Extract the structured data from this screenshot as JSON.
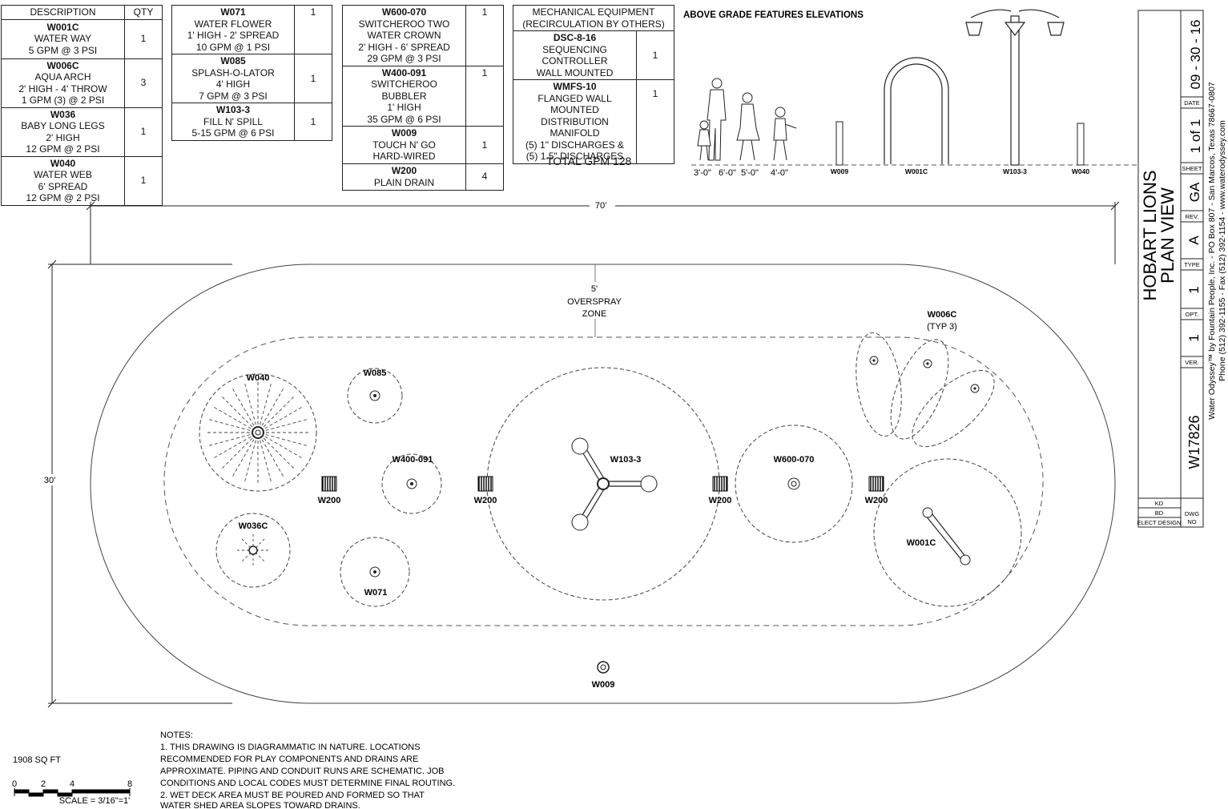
{
  "equipment_tables": [
    {
      "header": [
        "DESCRIPTION",
        "QTY"
      ],
      "rows": [
        {
          "code": "W001C",
          "lines": [
            "WATER WAY",
            "5 GPM @ 3 PSI"
          ],
          "qty": "1"
        },
        {
          "code": "W006C",
          "lines": [
            "AQUA ARCH",
            "2' HIGH - 4' THROW",
            "1 GPM (3) @ 2 PSI"
          ],
          "qty": "3"
        },
        {
          "code": "W036",
          "lines": [
            "BABY LONG LEGS",
            "2' HIGH",
            "12 GPM @ 2 PSI"
          ],
          "qty": "1"
        },
        {
          "code": "W040",
          "lines": [
            "WATER WEB",
            "6' SPREAD",
            "12 GPM @ 2 PSI"
          ],
          "qty": "1"
        }
      ]
    },
    {
      "rows": [
        {
          "code": "W071",
          "lines": [
            "WATER FLOWER",
            "1' HIGH - 2' SPREAD",
            "10 GPM @ 1 PSI"
          ],
          "qty": "1"
        },
        {
          "code": "W085",
          "lines": [
            "SPLASH-O-LATOR",
            "4' HIGH",
            "7 GPM @ 3 PSI"
          ],
          "qty": "1"
        },
        {
          "code": "W103-3",
          "lines": [
            "FILL N' SPILL",
            "5-15 GPM @ 6 PSI"
          ],
          "qty": "1"
        }
      ]
    },
    {
      "rows": [
        {
          "code": "W600-070",
          "lines": [
            "SWITCHEROO TWO",
            "WATER CROWN",
            "2' HIGH - 6' SPREAD",
            "29 GPM @ 3 PSI"
          ],
          "qty": "1"
        },
        {
          "code": "W400-091",
          "lines": [
            "SWITCHEROO",
            "BUBBLER",
            "1' HIGH",
            "35 GPM @ 6 PSI"
          ],
          "qty": "1"
        },
        {
          "code": "W009",
          "lines": [
            "TOUCH N' GO",
            "HARD-WIRED"
          ],
          "qty": "1"
        },
        {
          "code": "W200",
          "lines": [
            "PLAIN DRAIN"
          ],
          "qty": "4"
        }
      ]
    }
  ],
  "mechanical": {
    "header": [
      "MECHANICAL EQUIPMENT",
      "(RECIRCULATION BY OTHERS)"
    ],
    "rows": [
      {
        "code": "DSC-8-16",
        "lines": [
          "SEQUENCING CONTROLLER",
          "WALL MOUNTED"
        ],
        "qty": "1"
      },
      {
        "code": "WMFS-10",
        "lines": [
          "FLANGED WALL MOUNTED",
          "DISTRIBUTION MANIFOLD",
          "(5) 1\" DISCHARGES &",
          "(5) 1.5\" DISCHARGES"
        ],
        "qty": "1"
      }
    ]
  },
  "total_gpm": "TOTAL GPM 128",
  "elevations": {
    "title": "ABOVE GRADE FEATURES ELEVATIONS",
    "people_heights": [
      "3'-0\"",
      "6'-0\"",
      "5'-0\"",
      "4'-0\""
    ],
    "features": [
      "W009",
      "W001C",
      "W103-3",
      "W040"
    ]
  },
  "plan": {
    "width_dim": "70'",
    "height_dim": "30'",
    "overspray": [
      "5'",
      "OVERSPRAY",
      "ZONE"
    ],
    "labels": {
      "w040": "W040",
      "w085": "W085",
      "w400": "W400-091",
      "w1033": "W103-3",
      "w600": "W600-070",
      "w006c": "W006C",
      "w006c_sub": "(TYP 3)",
      "w036c": "W036C",
      "w071": "W071",
      "w001c": "W001C",
      "w009": "W009",
      "w200": "W200"
    }
  },
  "notes": {
    "title": "NOTES:",
    "lines": [
      "1. THIS DRAWING IS DIAGRAMMATIC IN NATURE. LOCATIONS",
      "RECOMMENDED FOR PLAY COMPONENTS AND DRAINS ARE",
      "APPROXIMATE. PIPING AND CONDUIT RUNS ARE SCHEMATIC. JOB",
      "CONDITIONS AND LOCAL CODES MUST DETERMINE FINAL ROUTING.",
      "2. WET DECK AREA MUST BE POURED AND FORMED SO THAT",
      "WATER SHED AREA SLOPES TOWARD DRAINS."
    ]
  },
  "area": "1908 SQ FT",
  "scale": {
    "ticks": [
      "0",
      "2",
      "4",
      "8"
    ],
    "label": "SCALE = 3/16\"=1'"
  },
  "title_block": {
    "project": "HOBART LIONS",
    "view": "PLAN VIEW",
    "drawing_no": "W17826",
    "date": "09 - 30 - 16",
    "date_label": "DATE",
    "sheet": "1 of 1",
    "sheet_label": "SHEET",
    "rev": "GA",
    "rev_label": "REV.",
    "type": "A",
    "type_label": "TYPE",
    "opt": "1",
    "opt_label": "OPT.",
    "ver": "1",
    "ver_label": "VER.",
    "company": "Water Odyssey™ by Fountain People, Inc. - PO Box 807 - San Marcos, Texas 78667-0807",
    "contact": "Phone (512) 392-1155 - Fax (512) 392-1154 - www.waterodyssey.com",
    "kd": "KD",
    "bd": "BD",
    "elect": "ELECT DESIGN",
    "dwg": "DWG",
    "no": "NO"
  }
}
